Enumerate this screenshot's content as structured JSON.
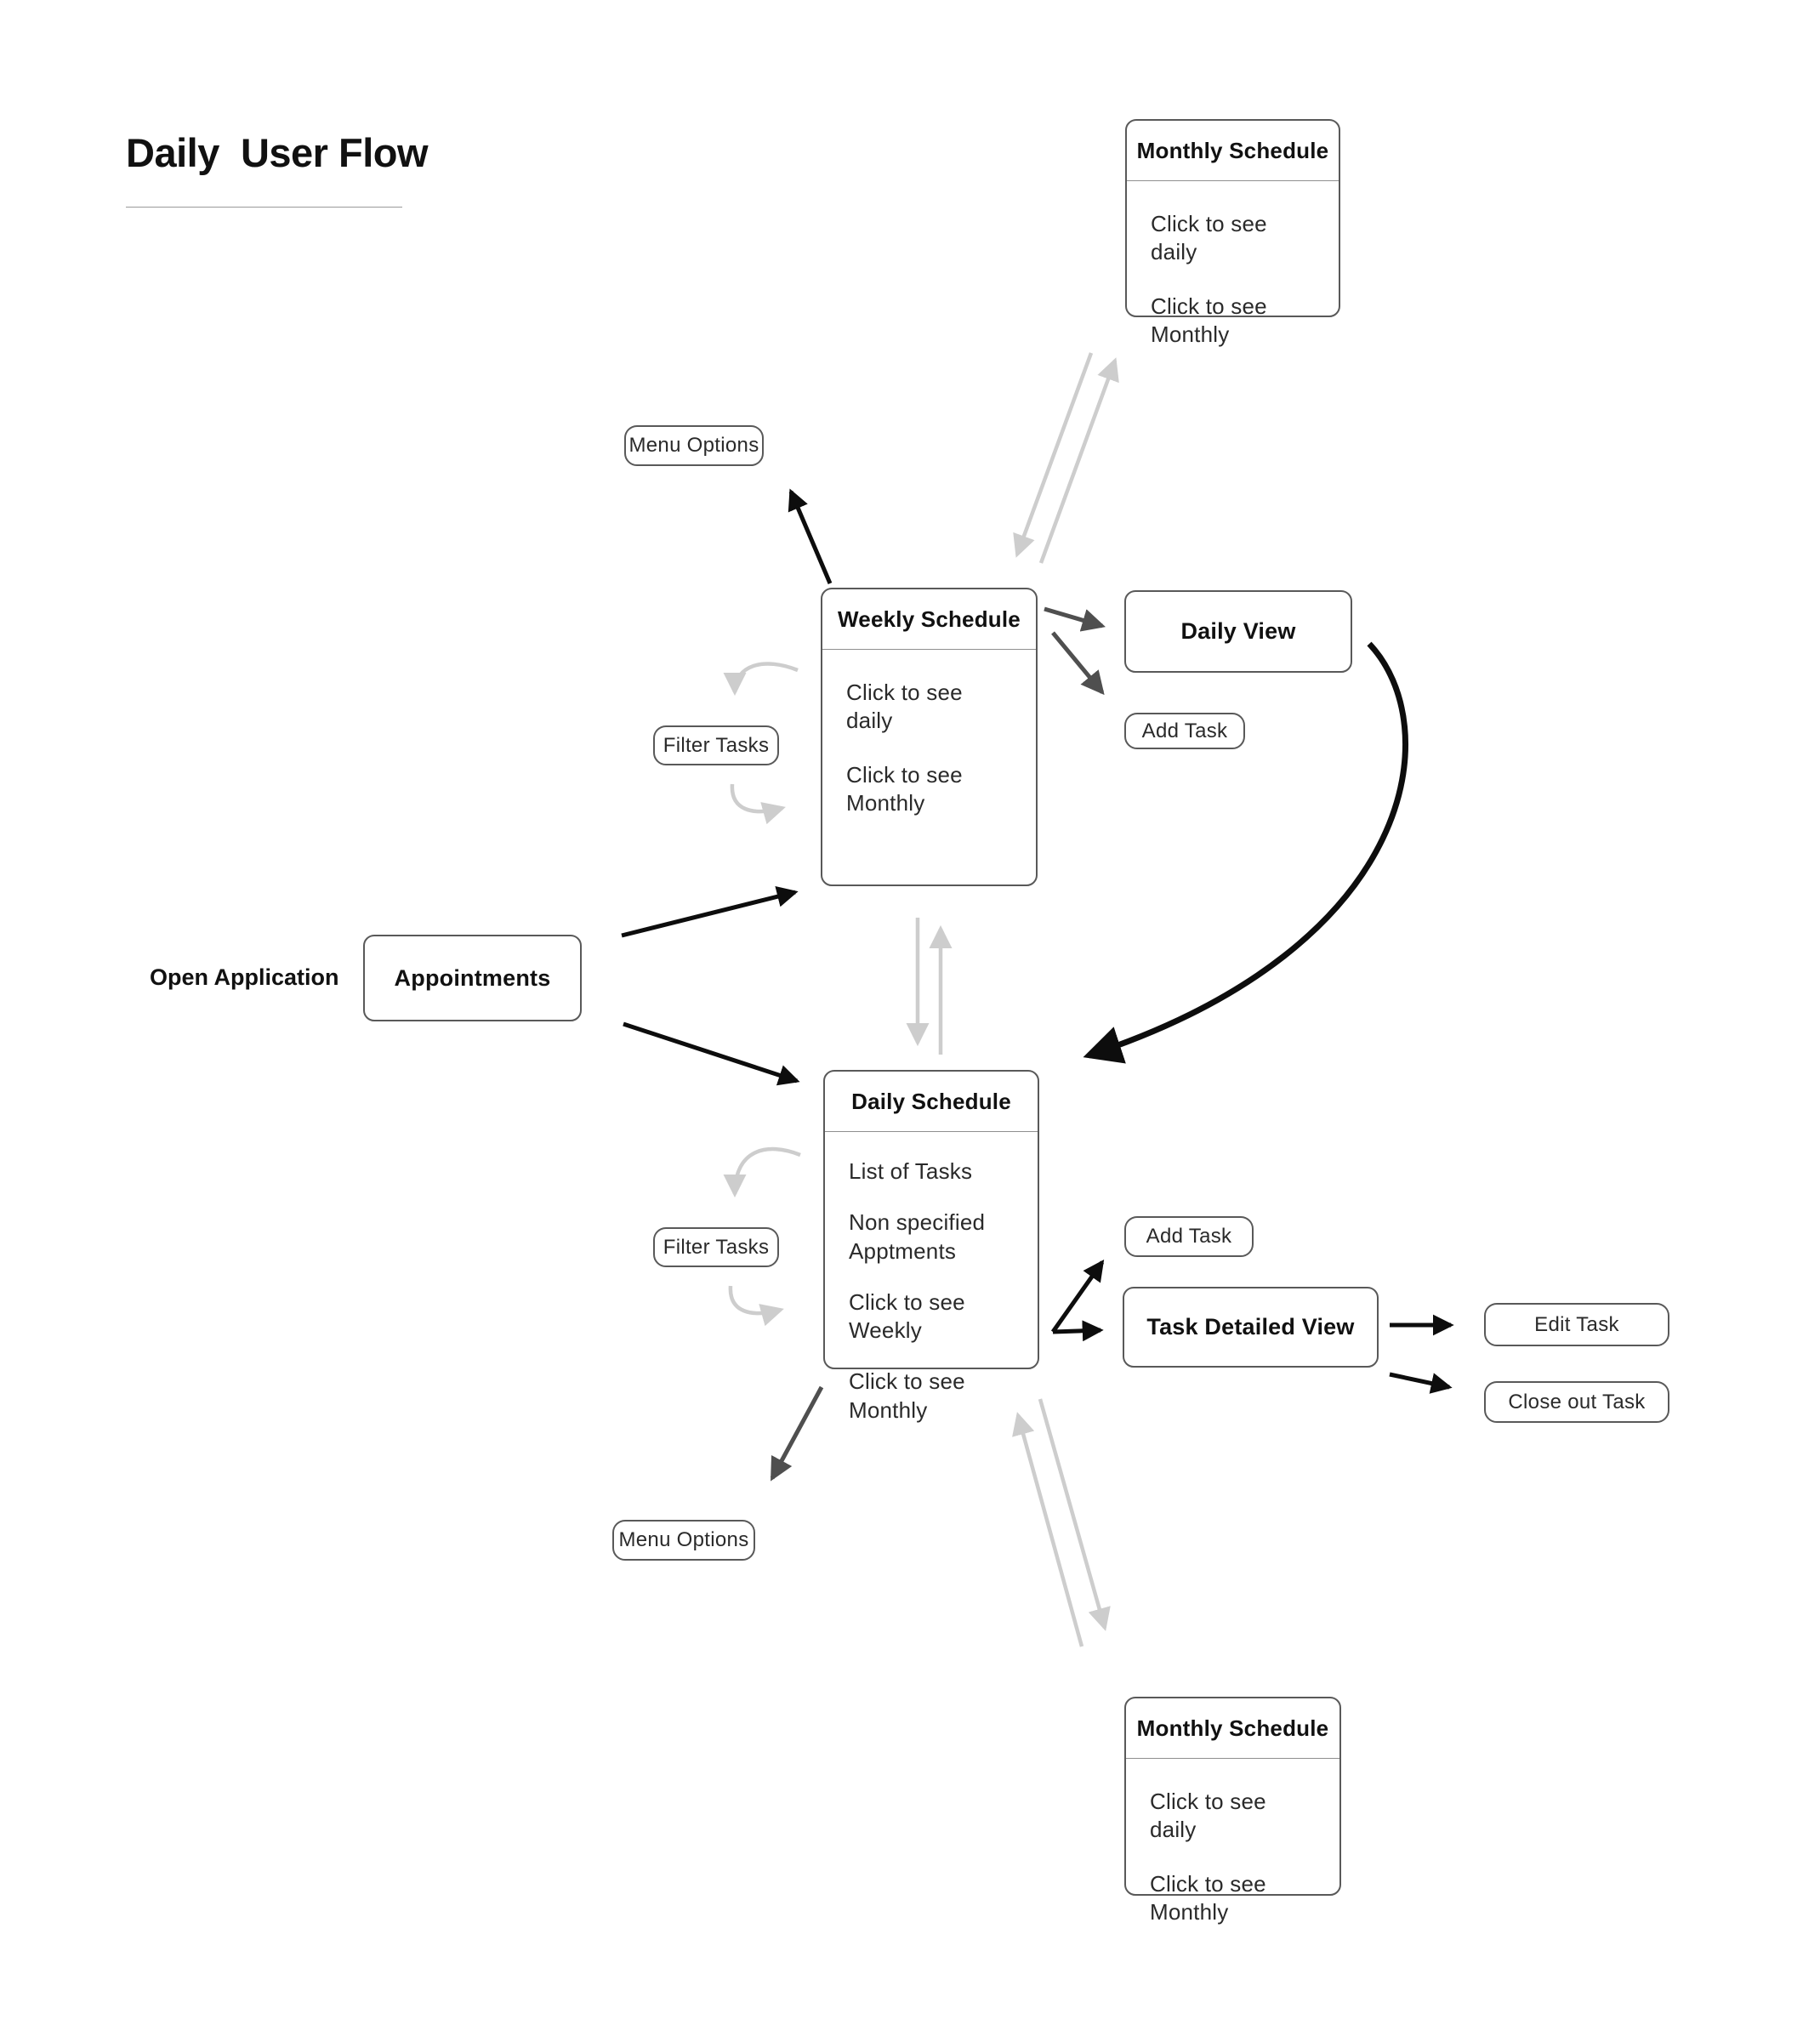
{
  "page": {
    "title": "Daily  User Flow"
  },
  "labels": {
    "open_application": "Open Application"
  },
  "cards": {
    "monthly_top": {
      "title": "Monthly Schedule",
      "items": [
        "Click to see daily",
        "Click to see Monthly"
      ]
    },
    "weekly": {
      "title": "Weekly Schedule",
      "items": [
        "Click to see daily",
        "Click to see Monthly"
      ]
    },
    "daily_schedule": {
      "title": "Daily Schedule",
      "items": [
        "List of Tasks",
        "Non specified Apptments",
        "Click to see Weekly",
        "Click to see Monthly"
      ]
    },
    "monthly_bottom": {
      "title": "Monthly Schedule",
      "items": [
        "Click to see daily",
        "Click to see Monthly"
      ]
    },
    "daily_view": {
      "title": "Daily View"
    },
    "appointments": {
      "title": "Appointments"
    },
    "task_detailed_view": {
      "title": "Task Detailed View"
    }
  },
  "pills": {
    "menu_options_top": "Menu Options",
    "filter_tasks_top": "Filter Tasks",
    "add_task_top": "Add Task",
    "add_task_bottom": "Add Task",
    "filter_tasks_bottom": "Filter Tasks",
    "edit_task": "Edit Task",
    "close_out_task": "Close out Task",
    "menu_options_bottom": "Menu Options"
  },
  "colors": {
    "box_border": "#595959",
    "arrow_black": "#0d0d0d",
    "arrow_dark": "#4f4f4f",
    "arrow_light": "#cdcdcd",
    "divider": "#8f8f8f",
    "title_underline": "#9a9a9a"
  }
}
